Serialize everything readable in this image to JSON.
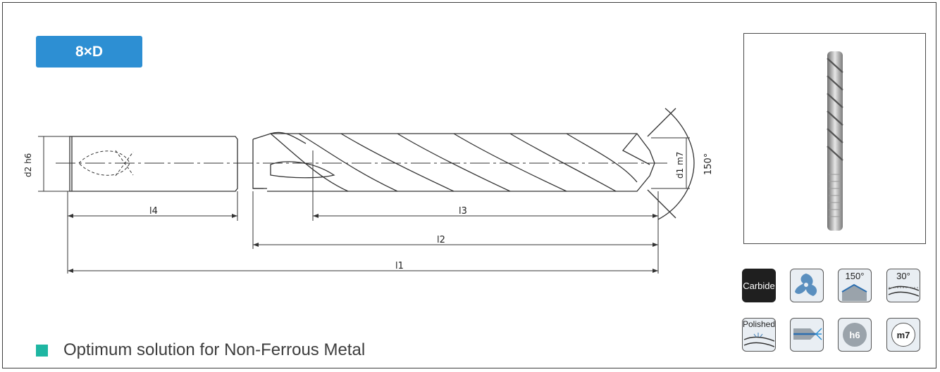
{
  "badge": {
    "label": "8×D"
  },
  "drawing": {
    "dimensions": {
      "d2": "d2 h6",
      "d1": "d1 m7",
      "angle": "150°",
      "l1": "l1",
      "l2": "l2",
      "l3": "l3",
      "l4": "l4"
    }
  },
  "icons": {
    "carbide": "Carbide",
    "point_angle": "150°",
    "helix_angle": "30°",
    "polished": "Polished",
    "shank_tolerance": "h6",
    "diameter_tolerance": "m7"
  },
  "footer": {
    "text": "Optimum solution for Non-Ferrous Metal"
  },
  "colors": {
    "badge": "#2d8fd3",
    "bullet": "#1eb6a2",
    "text": "#3d3d3d"
  }
}
